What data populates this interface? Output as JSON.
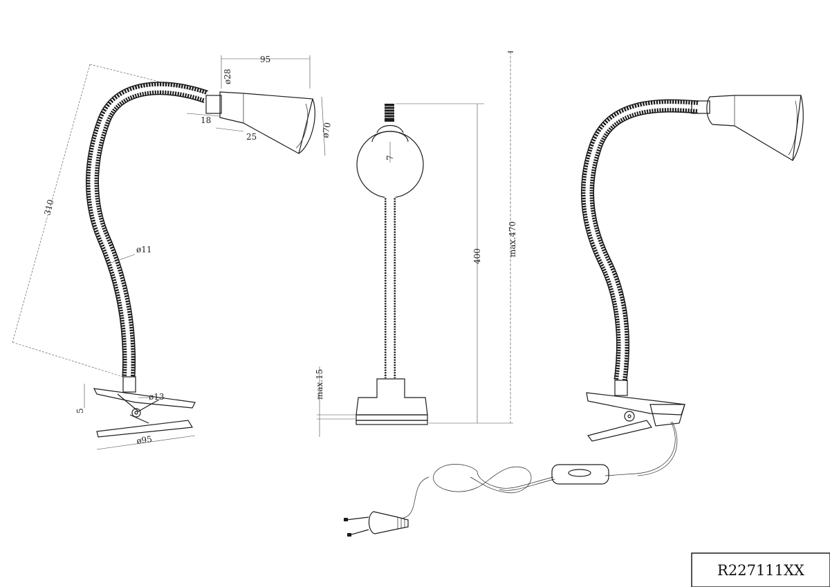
{
  "drawing": {
    "product_code": "R227111XX",
    "dimensions": {
      "shade_length": "95",
      "neck_diameter": "ø28",
      "neck_length": "18",
      "shade_offset": "25",
      "shade_diameter": "ø70",
      "arm_length": "310",
      "arm_diameter": "ø11",
      "clip_tube_diameter": "ø13",
      "clip_thickness": "5",
      "clip_length": "ø95",
      "front_neck": "7",
      "height": "400",
      "max_height": "max.470",
      "max_clamp": "max.15"
    }
  },
  "colors": {
    "line": "#1a1a1a",
    "paper": "#ffffff"
  }
}
